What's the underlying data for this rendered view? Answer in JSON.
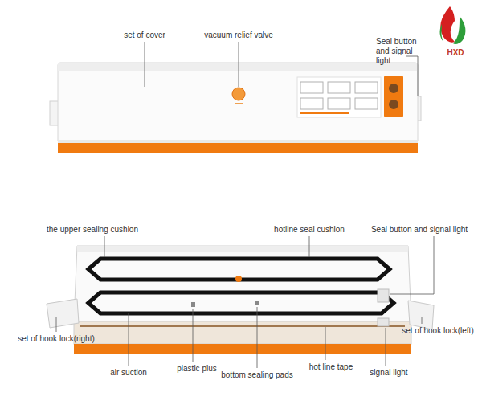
{
  "diagram": {
    "labels": [
      "set of cover",
      "vacuum relief valve",
      "Seal button and signal light",
      "HXD",
      "the upper sealing cushion",
      "hotline seal cushion",
      "Seal button and signal light",
      "set of hook lock(right)",
      "set of hook lock(left)",
      "air suction",
      "plastic plus",
      "hot line tape",
      "bottom sealing pads",
      "signal light"
    ]
  }
}
